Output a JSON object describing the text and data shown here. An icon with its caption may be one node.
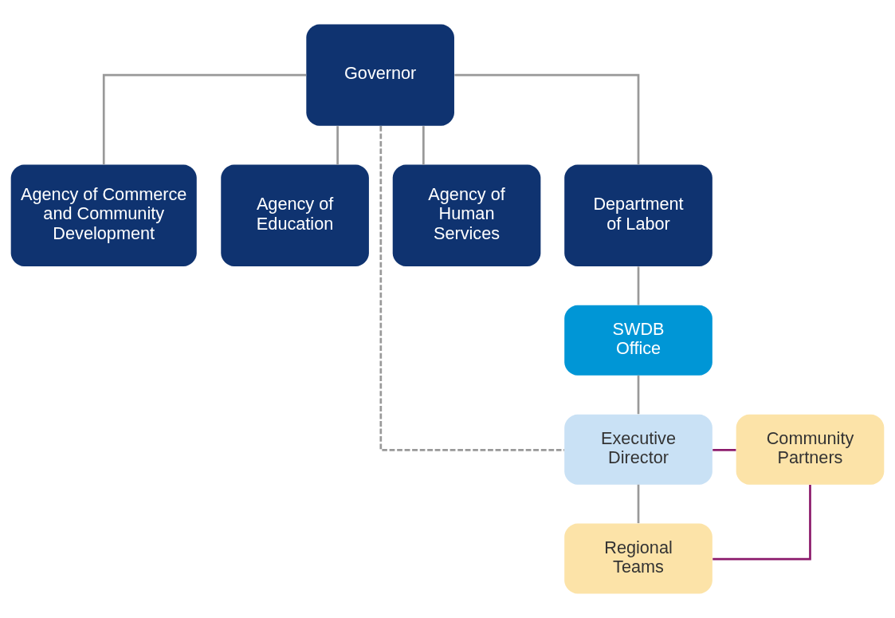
{
  "diagram": {
    "nodes": [
      {
        "text": [
          "Governor"
        ]
      },
      {
        "text": [
          "Agency of Commerce and Community Development"
        ]
      },
      {
        "text": [
          "Agency of Education"
        ]
      },
      {
        "text": [
          "Agency of Human Services"
        ]
      },
      {
        "text": [
          "Department of Labor"
        ]
      },
      {
        "text": [
          "SWDB Office"
        ]
      },
      {
        "text": [
          "Executive Director"
        ]
      },
      {
        "text": [
          "Community Partners"
        ]
      },
      {
        "text": [
          "Regional Teams"
        ]
      }
    ],
    "edges": [
      {
        "from": 0,
        "to": 1,
        "arrow": "none"
      },
      {
        "from": 0,
        "to": 2,
        "arrow": "none"
      },
      {
        "from": 0,
        "to": 3,
        "arrow": "none"
      },
      {
        "from": 0,
        "to": 4,
        "arrow": "none"
      },
      {
        "from": 4,
        "to": 5,
        "arrow": "none"
      },
      {
        "from": 5,
        "to": 6,
        "arrow": "none"
      },
      {
        "from": 6,
        "to": 8,
        "arrow": "none"
      },
      {
        "from": 0,
        "to": 6,
        "arrow": "none",
        "style": "dashed"
      },
      {
        "from": 6,
        "to": 7,
        "arrow": "none",
        "color": "#8b1a6b"
      },
      {
        "from": 8,
        "to": 7,
        "arrow": "none",
        "color": "#8b1a6b"
      }
    ]
  }
}
